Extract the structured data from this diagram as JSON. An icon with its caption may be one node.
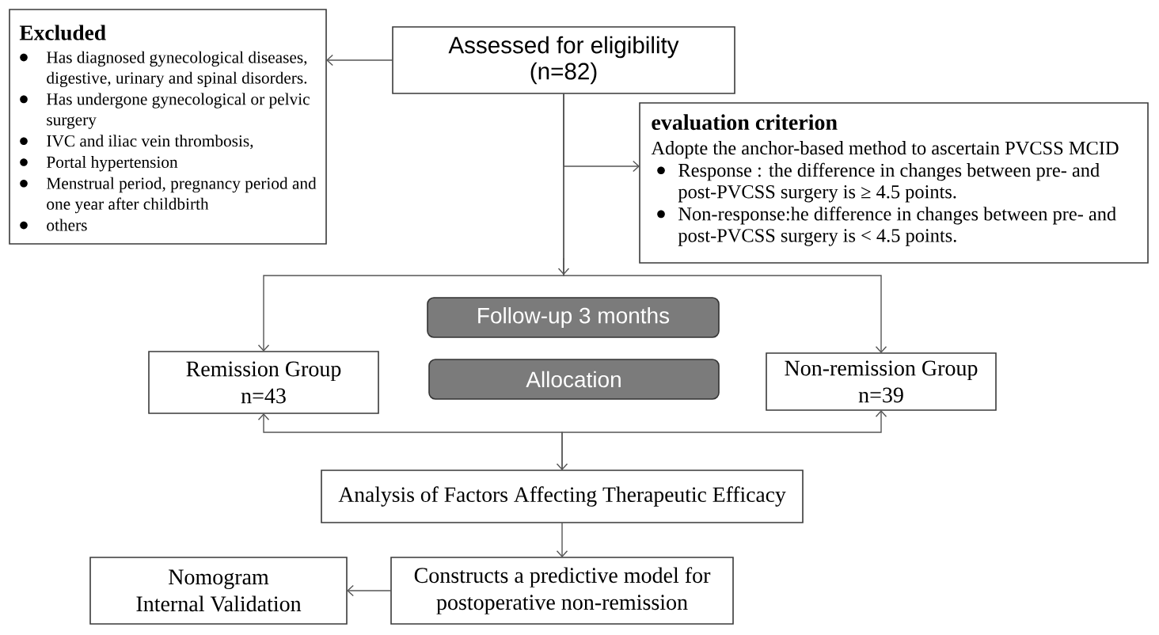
{
  "diagram": {
    "nodes": [
      {
        "text": [
          "Excluded",
          "Has diagnosed gynecological diseases, digestive, urinary and spinal disorders.",
          "Has undergone gynecological or pelvic surgery",
          "IVC and iliac vein thrombosis,",
          "Portal hypertension",
          "Menstrual period, pregnancy period and one year after childbirth",
          "others"
        ]
      },
      {
        "text": [
          "Assessed for eligibility",
          "(n=82)"
        ]
      },
      {
        "text": [
          "evaluation criterion",
          "Adopte the anchor-based method to ascertain PVCSS MCID",
          "Response : the difference in changes between pre- and post-PVCSS surgery is ≥ 4.5 points.",
          "Non-response:he difference in changes between pre- and post-PVCSS surgery is < 4.5 points."
        ]
      },
      {
        "text": [
          "Follow-up 3 months"
        ]
      },
      {
        "text": [
          "Allocation"
        ]
      },
      {
        "text": [
          "Remission Group",
          "n=43"
        ]
      },
      {
        "text": [
          "Non-remission Group",
          "n=39"
        ]
      },
      {
        "text": [
          "Analysis of Factors Affecting Therapeutic Efficacy"
        ]
      },
      {
        "text": [
          "Nomogram",
          "Internal Validation"
        ]
      },
      {
        "text": [
          "Constructs a predictive model for postoperative non-remission"
        ]
      }
    ],
    "edges": [
      {
        "from": 1,
        "to": 0,
        "arrow": "to"
      },
      {
        "from": 1,
        "to": 2,
        "arrow": "to"
      },
      {
        "from": 1,
        "to": 5,
        "arrow": "to"
      },
      {
        "from": 1,
        "to": 6,
        "arrow": "to"
      },
      {
        "from": 5,
        "to": 7,
        "arrow": "both"
      },
      {
        "from": 7,
        "to": 6,
        "arrow": "to"
      },
      {
        "from": 7,
        "to": 9,
        "arrow": "to"
      },
      {
        "from": 9,
        "to": 8,
        "arrow": "to"
      }
    ]
  }
}
